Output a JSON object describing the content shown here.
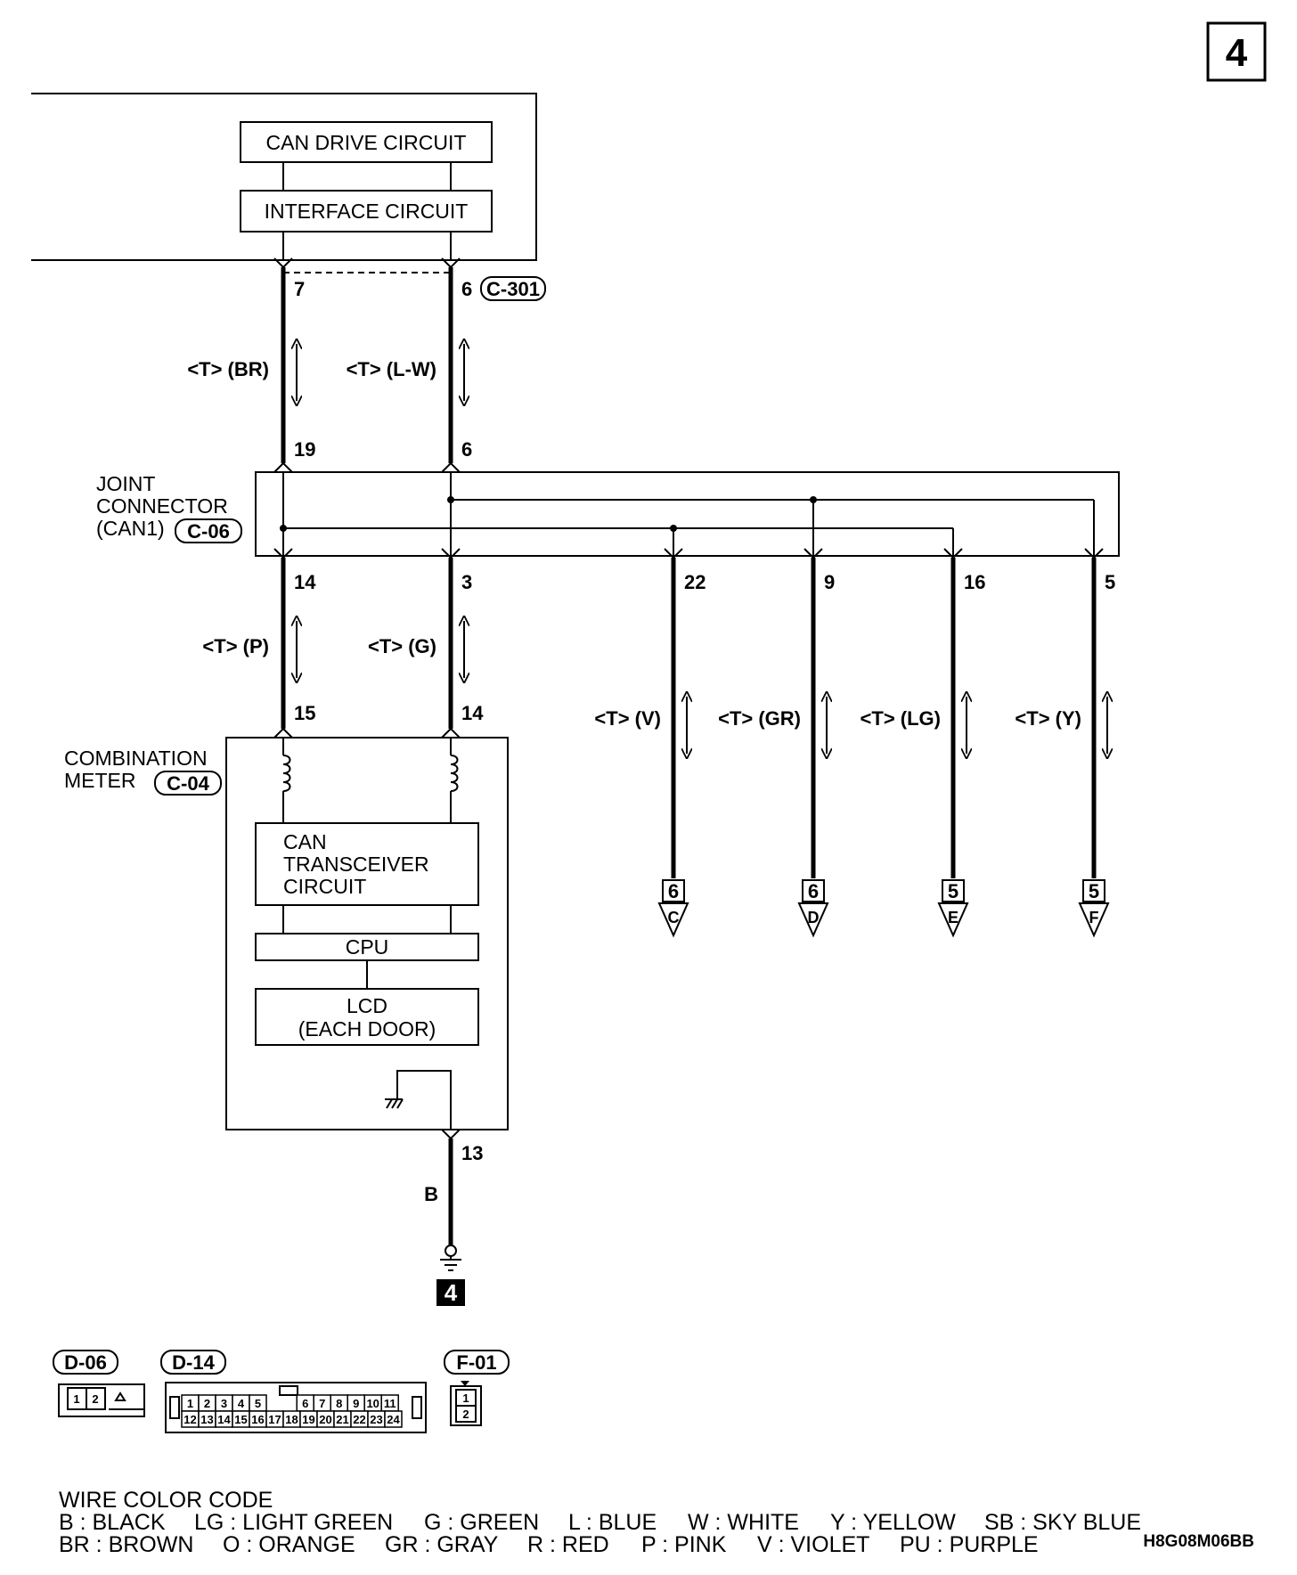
{
  "page_number": "4",
  "ecu": {
    "can_drive": "CAN DRIVE CIRCUIT",
    "interface": "INTERFACE CIRCUIT",
    "connector_id": "C-301",
    "pin_left": "7",
    "pin_right": "6"
  },
  "upper_wires": {
    "left_label": "<T> (BR)",
    "right_label": "<T> (L-W)"
  },
  "joint_connector": {
    "label_line1": "JOINT",
    "label_line2": "CONNECTOR",
    "label_line3": "(CAN1)",
    "connector_id": "C-06",
    "pin_in_left": "19",
    "pin_in_right": "6",
    "pins_out": [
      "14",
      "3",
      "22",
      "9",
      "16",
      "5"
    ]
  },
  "lower_wires": {
    "left_label": "<T> (P)",
    "right_label": "<T> (G)"
  },
  "branch_wires": [
    {
      "label": "<T> (V)",
      "ref_num": "6",
      "ref_letter": "C"
    },
    {
      "label": "<T> (GR)",
      "ref_num": "6",
      "ref_letter": "D"
    },
    {
      "label": "<T> (LG)",
      "ref_num": "5",
      "ref_letter": "E"
    },
    {
      "label": "<T> (Y)",
      "ref_num": "5",
      "ref_letter": "F"
    }
  ],
  "meter": {
    "label_line1": "COMBINATION",
    "label_line2": "METER",
    "connector_id": "C-04",
    "pin_left": "15",
    "pin_right": "14",
    "transceiver_line1": "CAN",
    "transceiver_line2": "TRANSCEIVER",
    "transceiver_line3": "CIRCUIT",
    "cpu": "CPU",
    "lcd_line1": "LCD",
    "lcd_line2": "(EACH DOOR)",
    "ground_pin": "13",
    "ground_wire": "B",
    "ground_id": "4"
  },
  "connectors": {
    "d06": {
      "id": "D-06",
      "cells": [
        "1",
        "2"
      ]
    },
    "d14": {
      "id": "D-14",
      "row1": [
        "1",
        "2",
        "3",
        "4",
        "5",
        "6",
        "7",
        "8",
        "9",
        "10",
        "11"
      ],
      "row2": [
        "12",
        "13",
        "14",
        "15",
        "16",
        "17",
        "18",
        "19",
        "20",
        "21",
        "22",
        "23",
        "24"
      ]
    },
    "f01": {
      "id": "F-01",
      "cells": [
        "1",
        "2"
      ]
    }
  },
  "legend": {
    "title": "WIRE COLOR CODE",
    "row1": [
      "B : BLACK",
      "LG : LIGHT GREEN",
      "G : GREEN",
      "L : BLUE",
      "W : WHITE",
      "Y : YELLOW",
      "SB : SKY BLUE"
    ],
    "row2": [
      "BR : BROWN",
      "O : ORANGE",
      "GR : GRAY",
      "R : RED",
      "P : PINK",
      "V : VIOLET",
      "PU : PURPLE"
    ]
  },
  "drawing_code": "H8G08M06BB"
}
